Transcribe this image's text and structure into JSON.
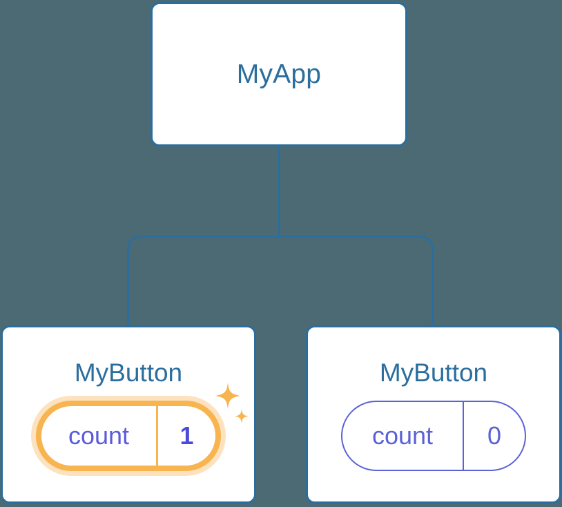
{
  "diagram": {
    "type": "component-tree",
    "background_color": "#4c6a73",
    "node_border_color": "#2b6e9e",
    "node_text_color": "#2b6e9e",
    "connector_color": "#2b6e9e",
    "state_color": "#5b62d6",
    "highlight_color": "#f7b44f",
    "highlight_halo_color": "#fabe73"
  },
  "root": {
    "title": "MyApp"
  },
  "children": [
    {
      "title": "MyButton",
      "state": {
        "key": "count",
        "value": "1"
      },
      "highlighted": true,
      "sparkle_icon": "sparkles-icon"
    },
    {
      "title": "MyButton",
      "state": {
        "key": "count",
        "value": "0"
      },
      "highlighted": false
    }
  ]
}
